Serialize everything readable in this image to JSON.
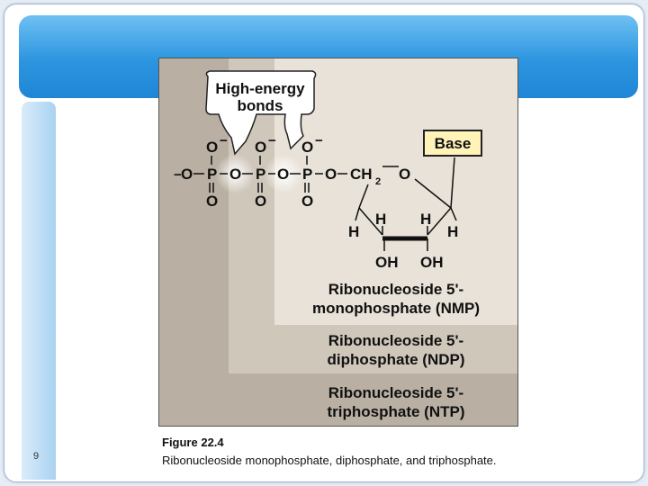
{
  "slide": {
    "number": "9"
  },
  "figure": {
    "callout": [
      "High-energy",
      "bonds"
    ],
    "base_label": "Base",
    "phosphate": {
      "o_minus": "O",
      "minus": "−",
      "p": "P",
      "o": "O"
    },
    "ring": {
      "ch2": "CH",
      "sub2": "2",
      "ring_o": "O",
      "h": "H",
      "oh": "OH"
    },
    "labels": {
      "nmp": [
        "Ribonucleoside 5'-",
        "monophosphate (NMP)"
      ],
      "ndp": [
        "Ribonucleoside 5'-",
        "diphosphate (NDP)"
      ],
      "ntp": [
        "Ribonucleoside 5'-",
        "triphosphate (NTP)"
      ]
    }
  },
  "caption": {
    "title": "Figure 22.4",
    "text": "Ribonucleoside monophosphate, diphosphate, and triphosphate."
  },
  "colors": {
    "title_bar": "#2c95df",
    "base_box": "#fff3b8",
    "panel_dark": "#b9b0a3",
    "panel_mid": "#d0c7bb",
    "panel_light": "#e8e2d8"
  }
}
